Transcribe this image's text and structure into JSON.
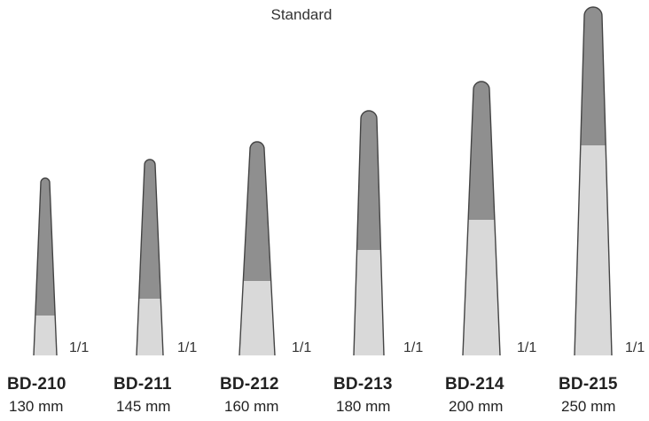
{
  "title": "Standard",
  "colors": {
    "tip": "#8f8f8f",
    "base": "#d9d9d9",
    "outline": "#444444"
  },
  "items": [
    {
      "code": "BD-210",
      "length": "130 mm",
      "scale": "1/1"
    },
    {
      "code": "BD-211",
      "length": "145 mm",
      "scale": "1/1"
    },
    {
      "code": "BD-212",
      "length": "160 mm",
      "scale": "1/1"
    },
    {
      "code": "BD-213",
      "length": "180 mm",
      "scale": "1/1"
    },
    {
      "code": "BD-214",
      "length": "200 mm",
      "scale": "1/1"
    },
    {
      "code": "BD-215",
      "length": "250 mm",
      "scale": "1/1"
    }
  ]
}
